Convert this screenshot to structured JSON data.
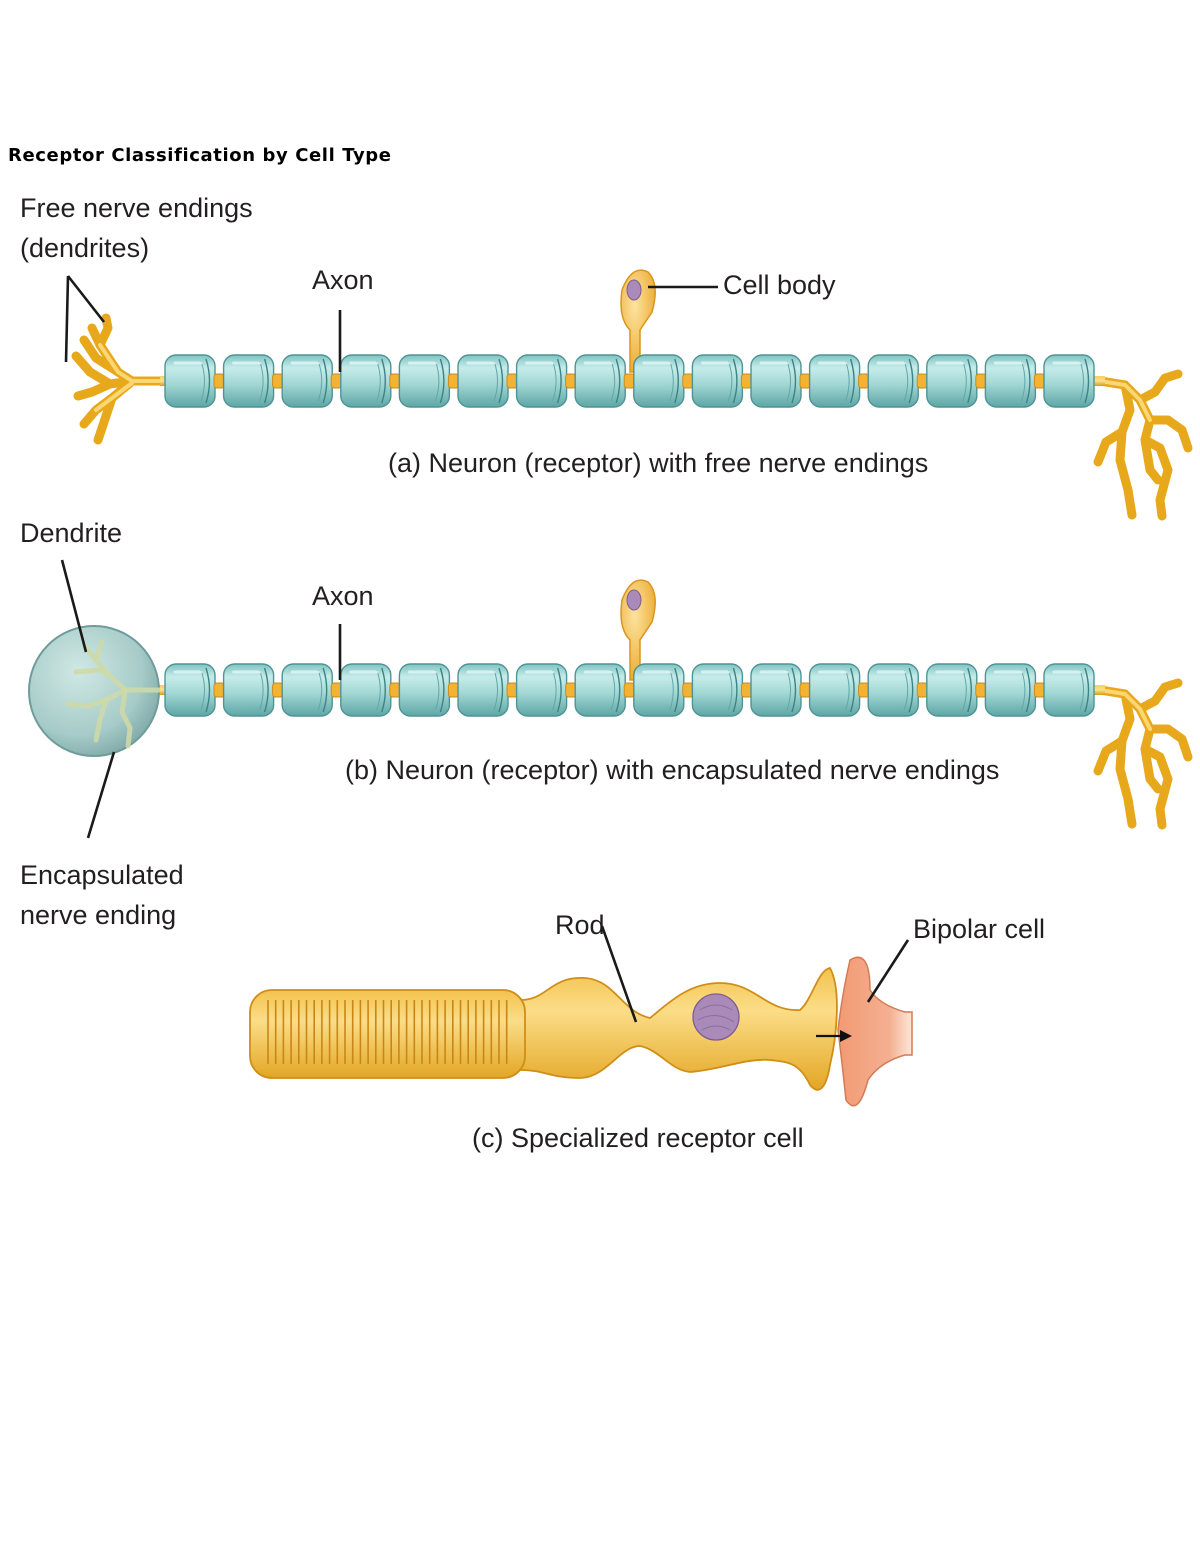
{
  "title": "Receptor Classification by Cell Type",
  "panel_a": {
    "free_nerve_endings_label": [
      "Free nerve endings",
      "(dendrites)"
    ],
    "axon_label": "Axon",
    "cell_body_label": "Cell body",
    "caption": "(a) Neuron (receptor) with free nerve endings"
  },
  "panel_b": {
    "dendrite_label": "Dendrite",
    "axon_label": "Axon",
    "encapsulated_label": [
      "Encapsulated",
      "nerve ending"
    ],
    "caption": "(b) Neuron (receptor) with encapsulated nerve endings"
  },
  "panel_c": {
    "rod_label": "Rod",
    "bipolar_label": "Bipolar cell",
    "caption": "(c) Specialized receptor cell"
  },
  "colors": {
    "myelin": "#a8dcd8",
    "myelin_dark": "#5fa7a8",
    "node": "#f2b233",
    "neuron": "#f5c147",
    "rod": "#f4c04a",
    "nucleus": "#a88ab8",
    "bipolar": "#f0a07c",
    "capsule": "#a9cfcc"
  }
}
